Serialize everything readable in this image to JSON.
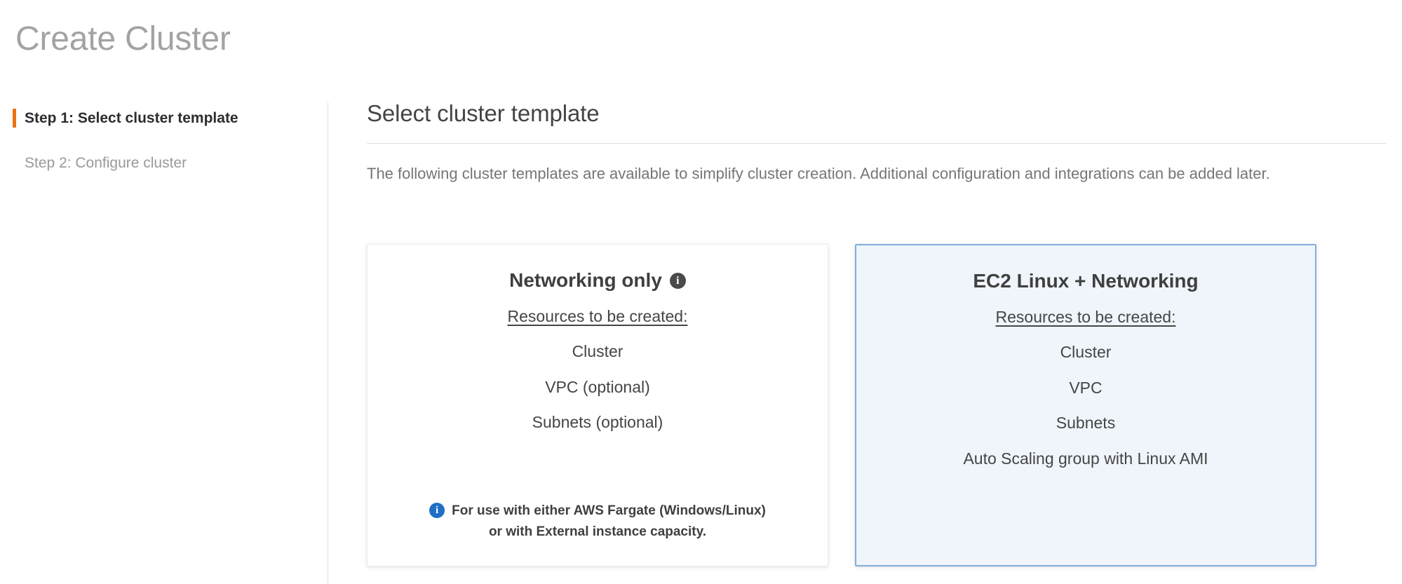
{
  "header": {
    "title": "Create Cluster"
  },
  "sidebar": {
    "steps": [
      {
        "label": "Step 1: Select cluster template",
        "active": true
      },
      {
        "label": "Step 2: Configure cluster",
        "active": false
      }
    ]
  },
  "main": {
    "section_title": "Select cluster template",
    "description": "The following cluster templates are available to simplify cluster creation. Additional configuration and integrations can be added later.",
    "cards": [
      {
        "title": "Networking only",
        "has_info_icon": true,
        "info_icon_name": "info-icon",
        "resources_label": "Resources to be created:",
        "resources": [
          "Cluster",
          "VPC (optional)",
          "Subnets (optional)"
        ],
        "note_line1": "For use with either AWS Fargate (Windows/Linux)",
        "note_line2": "or with External instance capacity.",
        "selected": false
      },
      {
        "title": "EC2 Linux + Networking",
        "has_info_icon": false,
        "resources_label": "Resources to be created:",
        "resources": [
          "Cluster",
          "VPC",
          "Subnets",
          "Auto Scaling group with Linux AMI"
        ],
        "selected": true
      }
    ]
  },
  "colors": {
    "accent_orange": "#ec7211",
    "selected_card_bg": "#eff5fb",
    "selected_card_border": "#84aedb",
    "info_blue": "#1f6fc4",
    "title_gray": "#a3a3a3",
    "body_gray": "#767676"
  }
}
